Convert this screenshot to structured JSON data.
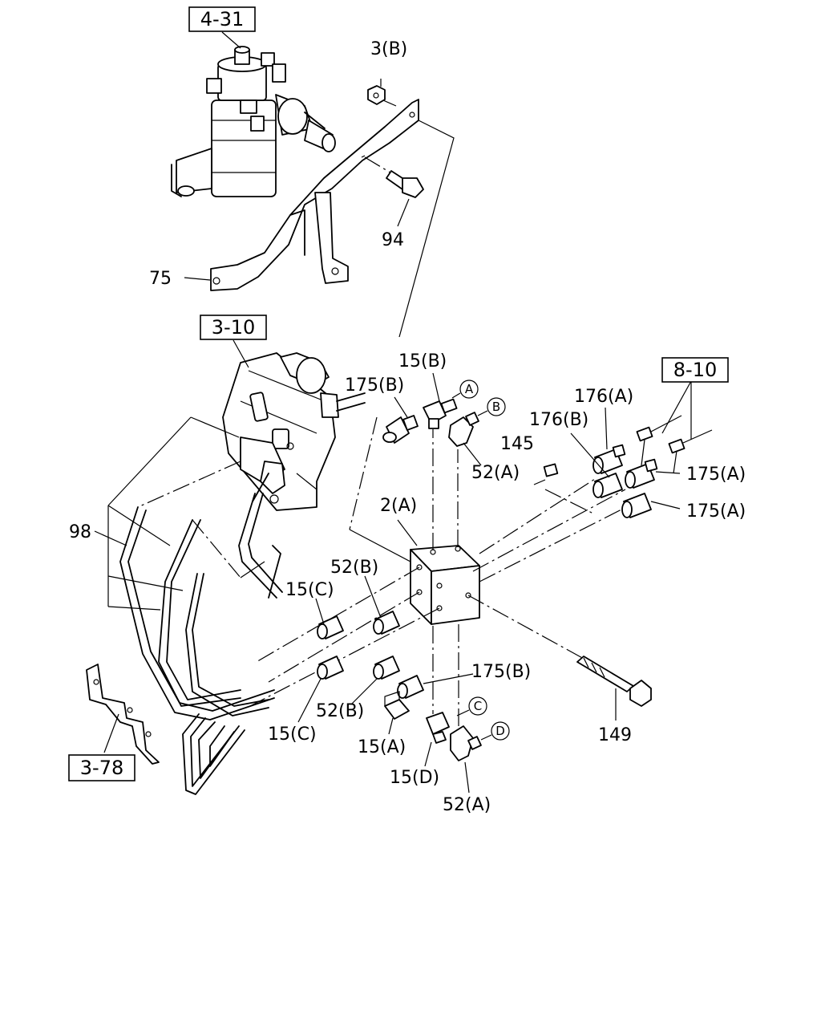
{
  "reference_boxes": {
    "r431": "4-31",
    "r310": "3-10",
    "r810": "8-10",
    "r378": "3-78"
  },
  "labels": {
    "l3b": "3(B)",
    "l94": "94",
    "l75": "75",
    "l15b": "15(B)",
    "l175b_top": "175(B)",
    "l176a": "176(A)",
    "l176b": "176(B)",
    "l145": "145",
    "l52a_top": "52(A)",
    "l175a_1": "175(A)",
    "l175a_2": "175(A)",
    "l2a": "2(A)",
    "l98": "98",
    "l52b_top": "52(B)",
    "l15c_top": "15(C)",
    "l175b_bot": "175(B)",
    "l52b_bot": "52(B)",
    "l15c_bot": "15(C)",
    "l15a": "15(A)",
    "l15d": "15(D)",
    "l52a_bot": "52(A)",
    "l149": "149"
  },
  "circle_markers": {
    "a": "A",
    "b": "B",
    "c": "C",
    "d": "D"
  }
}
